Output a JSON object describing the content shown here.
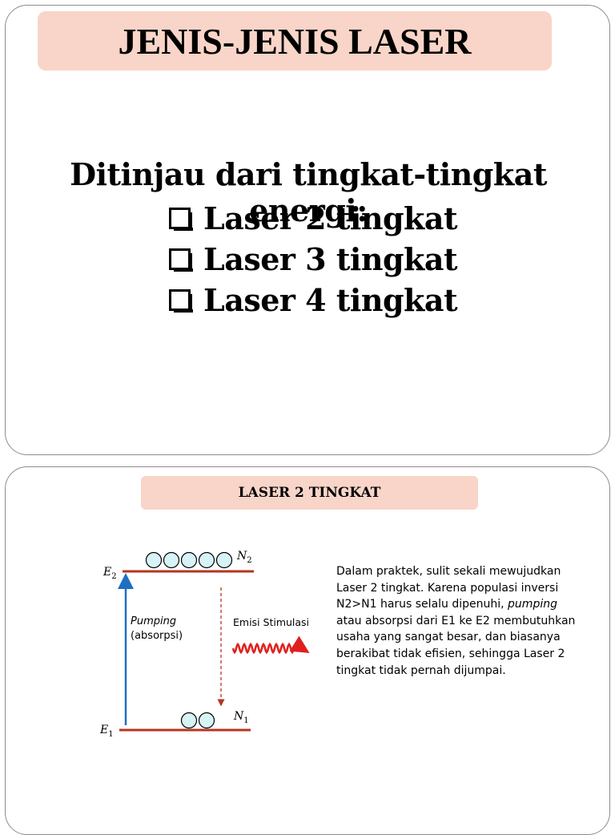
{
  "slide1": {
    "title": "JENIS-JENIS LASER",
    "lead": "Ditinjau dari tingkat-tingkat energi:",
    "items": [
      "Laser 2 tingkat",
      "Laser 3 tingkat",
      "Laser 4 tingkat"
    ]
  },
  "slide2": {
    "title": "LASER 2 TINGKAT",
    "diagram": {
      "e2_label": "E",
      "e2_sub": "2",
      "e1_label": "E",
      "e1_sub": "1",
      "n2_label": "N",
      "n2_sub": "2",
      "n1_label": "N",
      "n1_sub": "1",
      "n2_count": 5,
      "n1_count": 2,
      "pumping_label": "Pumping",
      "absorpsi_label": "(absorpsi)",
      "emisi_label": "Emisi Stimulasi",
      "colors": {
        "level_line": "#b5361f",
        "pump_arrow": "#1f6fc2",
        "dashed_arrow": "#b5361f",
        "photon_wave": "#e0201e",
        "atom_fill": "#d6f3f6"
      }
    },
    "description": {
      "part1": "Dalam praktek, sulit sekali mewujudkan Laser 2 tingkat. Karena populasi inversi N2>N1 harus selalu dipenuhi, ",
      "pumping_word": "pumping",
      "part2": " atau absorpsi dari E1 ke E2 membutuhkan usaha yang sangat besar, dan biasanya berakibat tidak efisien, sehingga Laser 2 tingkat tidak pernah dijumpai."
    }
  }
}
